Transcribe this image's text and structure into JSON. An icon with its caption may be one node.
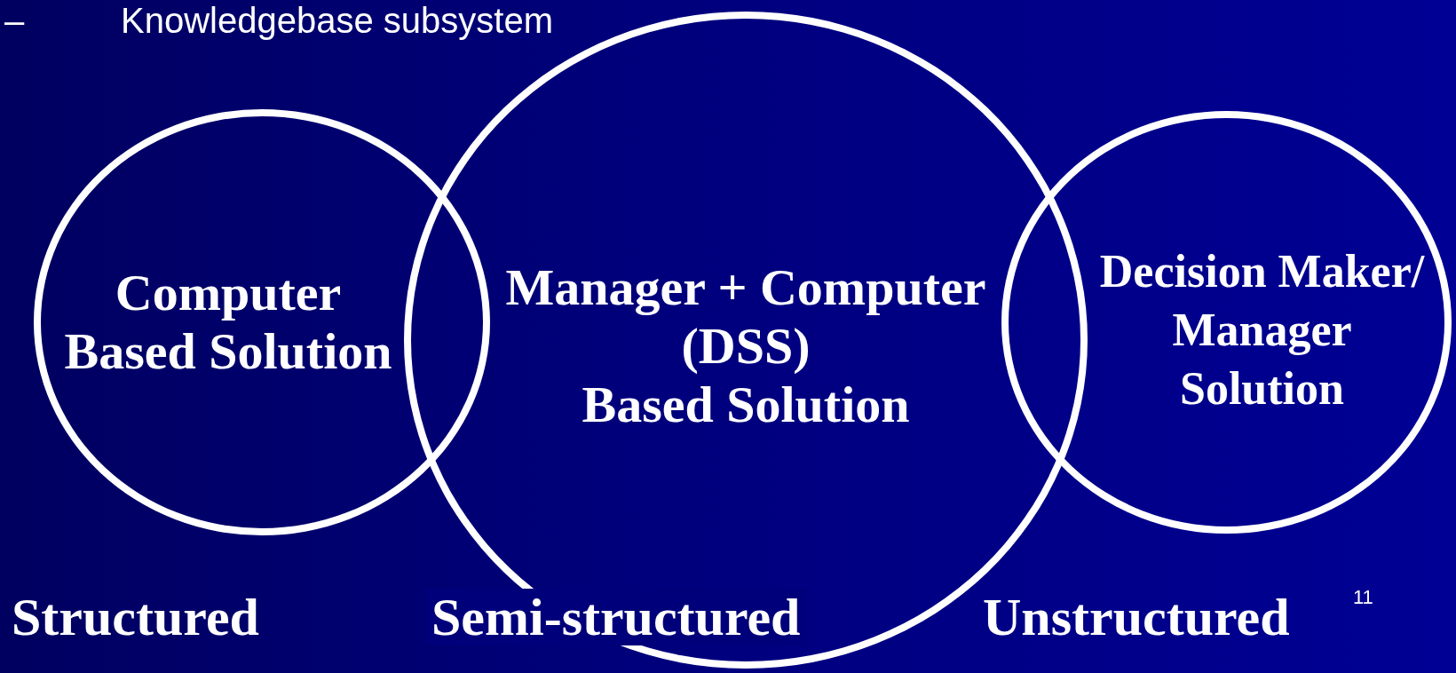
{
  "diagram": {
    "nodes": [
      {
        "text": [
          "Computer",
          "Based Solution"
        ]
      },
      {
        "text": [
          "Manager + Computer",
          "(DSS)",
          "Based Solution"
        ]
      },
      {
        "text": [
          "Decision Maker/",
          "Manager",
          "Solution"
        ]
      }
    ],
    "labels": [
      "–",
      "Knowledgebase subsystem",
      "Structured",
      "Semi-structured",
      "Unstructured",
      "11"
    ]
  }
}
